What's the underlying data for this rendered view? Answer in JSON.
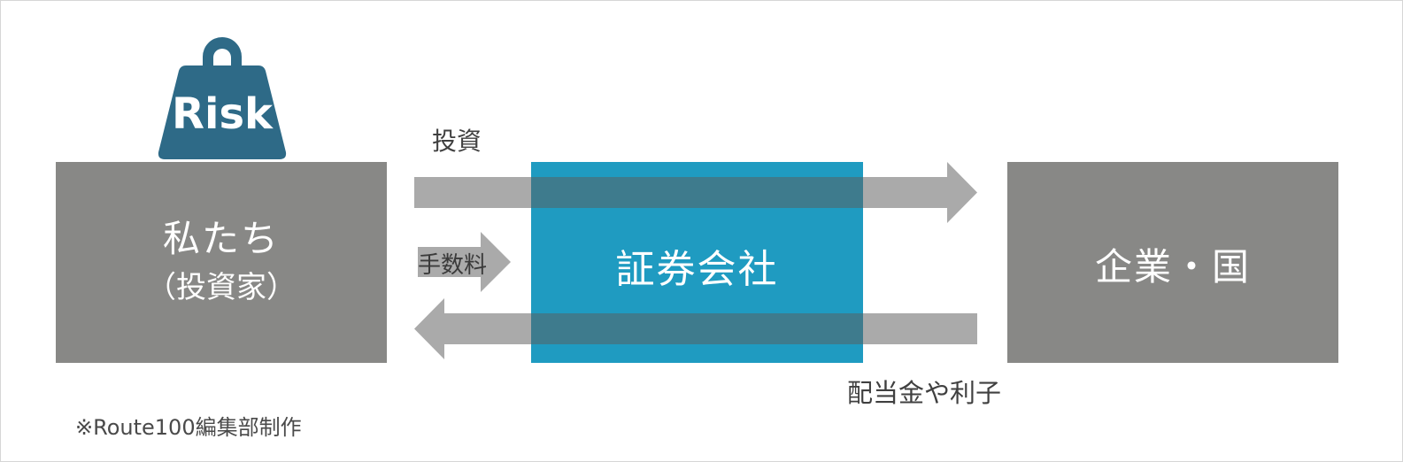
{
  "risk": {
    "label": "Risk",
    "icon": "weight-icon",
    "color": "#2e6a87"
  },
  "investor": {
    "line1": "私たち",
    "line2": "（投資家）"
  },
  "broker": {
    "label": "証券会社",
    "color": "#1f9bc1"
  },
  "company": {
    "label": "企業・国"
  },
  "flows": {
    "invest_label": "投資",
    "fee_label": "手数料",
    "dividend_label": "配当金や利子"
  },
  "credit": "※Route100編集部制作",
  "colors": {
    "box_gray": "#888886",
    "arrow_gray": "#aaaaaa",
    "overlap": "#3e7b8d"
  }
}
